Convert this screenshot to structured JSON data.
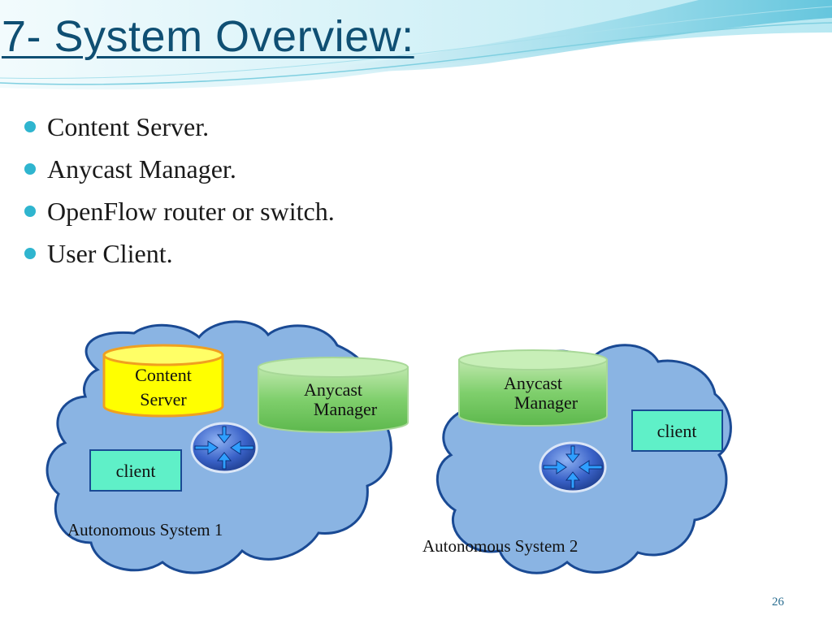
{
  "slide": {
    "title": "7- System Overview:",
    "bullets": [
      "Content Server.",
      "Anycast Manager.",
      "OpenFlow router or switch.",
      "User Client."
    ],
    "page_number": "26"
  },
  "diagram": {
    "as1": {
      "label": "Autonomous System 1",
      "content_server": [
        "Content",
        "Server"
      ],
      "anycast_manager": [
        "Anycast",
        "Manager"
      ],
      "client": "client"
    },
    "as2": {
      "label": "Autonomous System 2",
      "anycast_manager": [
        "Anycast",
        "Manager"
      ],
      "client": "client"
    }
  },
  "colors": {
    "title": "#0f4f73",
    "bullet": "#2fb5cf",
    "cloud_fill": "#8ab4e3",
    "cloud_stroke": "#1a4a94",
    "server_fill": "#ffff00",
    "manager_fill": "#7fcf6c",
    "client_fill": "#5ff0c8",
    "router_fill": "#3a62c8"
  },
  "icons": [
    "bullet-dot-icon",
    "router-arrows-icon",
    "database-cylinder-icon",
    "cloud-icon"
  ]
}
